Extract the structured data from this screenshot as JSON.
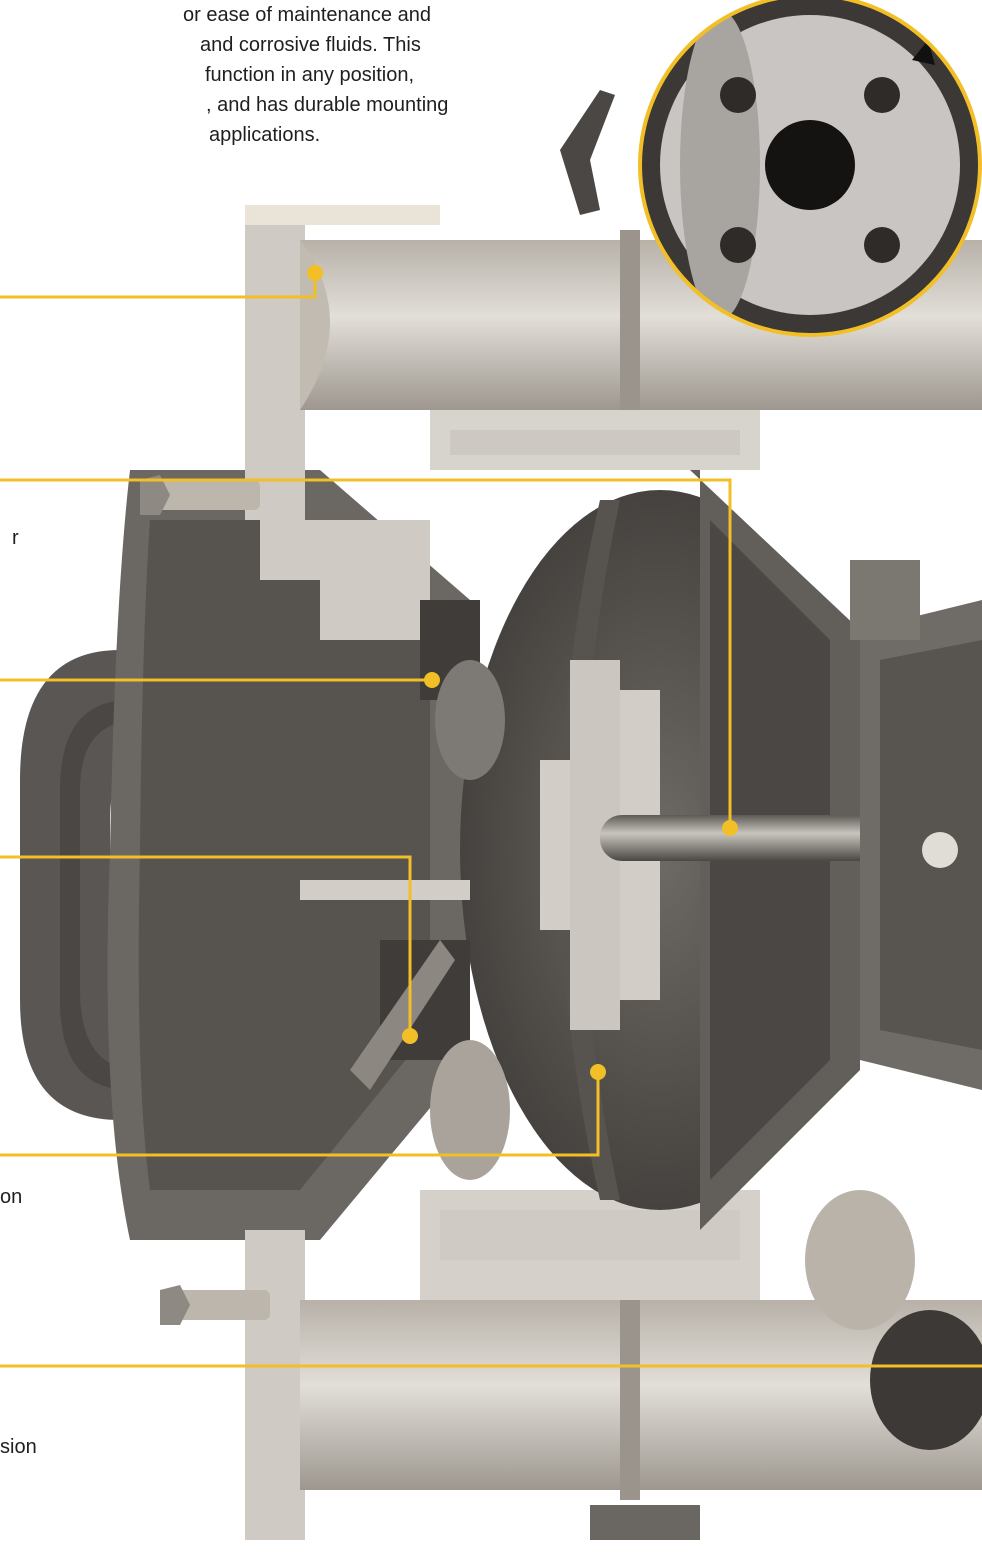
{
  "intro_lines": [
    "or ease of maintenance and",
    "and corrosive fluids. This",
    "function in any position,",
    ", and has durable mounting",
    "applications."
  ],
  "callout_fragments": [
    "r",
    "on",
    "sion"
  ],
  "colors": {
    "callout": "#f2bf26",
    "text": "#1f1f1f",
    "metal_light": "#c9c4bd",
    "metal_mid": "#8e8a84",
    "metal_dark": "#4e4b48",
    "cut_face": "#d7d3cd"
  },
  "image": {
    "subject": "cutaway-render-of-diaphragm-pump",
    "inset": "round-inlet-flange-with-four-bolt-holes"
  }
}
